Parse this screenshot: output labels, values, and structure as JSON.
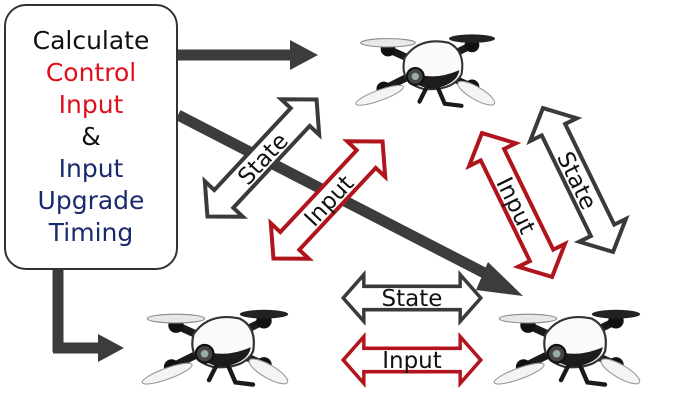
{
  "box": {
    "line1": "Calculate",
    "line2": "Control",
    "line3": "Input",
    "line4": "&",
    "line5": "Input",
    "line6": "Upgrade",
    "line7": "Timing"
  },
  "labels": {
    "state_left": "State",
    "input_left": "Input",
    "state_right": "State",
    "input_right": "Input",
    "state_bottom": "State",
    "input_bottom": "Input"
  },
  "colors": {
    "black_text": "#111111",
    "red": "#e0101a",
    "navy": "#1a2a6c",
    "dark_red": "#b0141c",
    "gray": "#3a3a3a",
    "arrow_fill": "#3c3c3c"
  }
}
